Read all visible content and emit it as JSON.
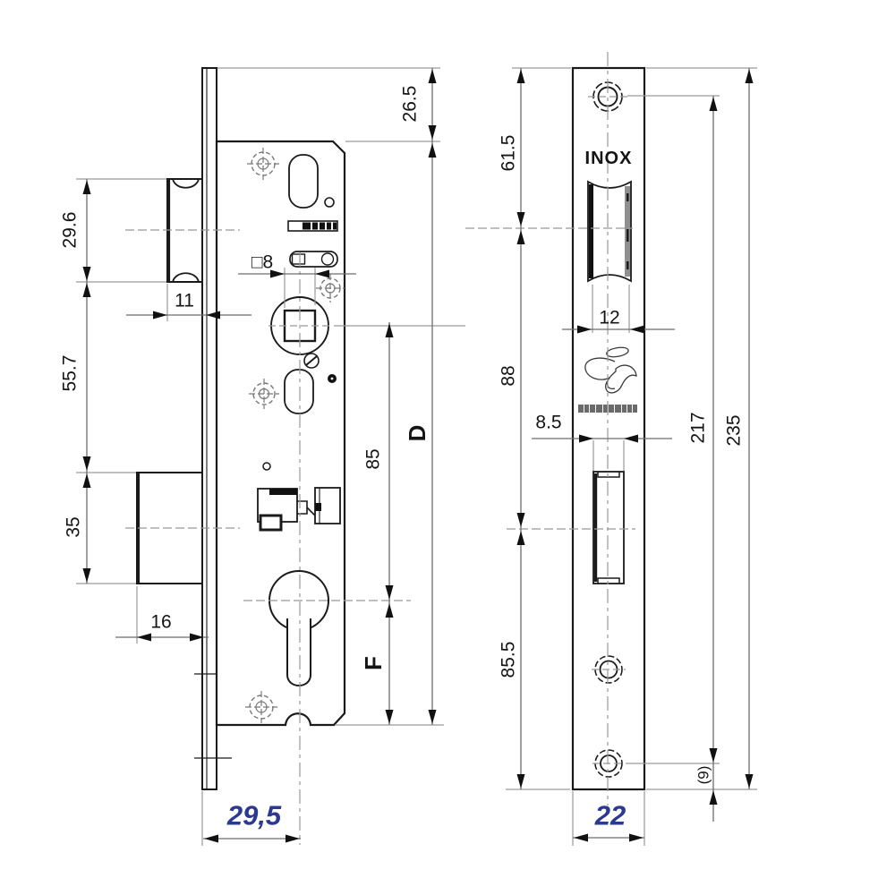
{
  "drawing": {
    "type": "mortise lock technical drawing, two orthographic views with dimensions",
    "colors": {
      "line": "#1a1a1a",
      "dim_line": "#6e6e6e",
      "extension_line": "#9a9a9a",
      "centerline": "#999999",
      "screw_symbol": "#787878",
      "accent_blue": "#2b3a90",
      "background": "#ffffff"
    }
  },
  "left_view": {
    "name": "lock case side view",
    "dims": {
      "top_offset": "26.5",
      "latch_height": "29.6",
      "latch_projection": "11",
      "latch_to_deadbolt": "55.7",
      "deadbolt_height": "35",
      "deadbolt_projection": "16",
      "spindle_square": "□8",
      "spindle_to_cylinder": "85",
      "case_length": "D",
      "cylinder_to_bottom": "F",
      "backset": "29,5"
    }
  },
  "right_view": {
    "name": "faceplate front view",
    "material": "INOX",
    "dims": {
      "top_to_latch_center": "61.5",
      "latch_opening_width": "12",
      "latch_to_deadbolt_center": "88",
      "deadbolt_opening_width": "8.5",
      "deadbolt_center_to_bottom": "85.5",
      "screw_centers": "217",
      "faceplate_length": "235",
      "screw_to_edge": "(9)",
      "faceplate_width": "22"
    }
  }
}
